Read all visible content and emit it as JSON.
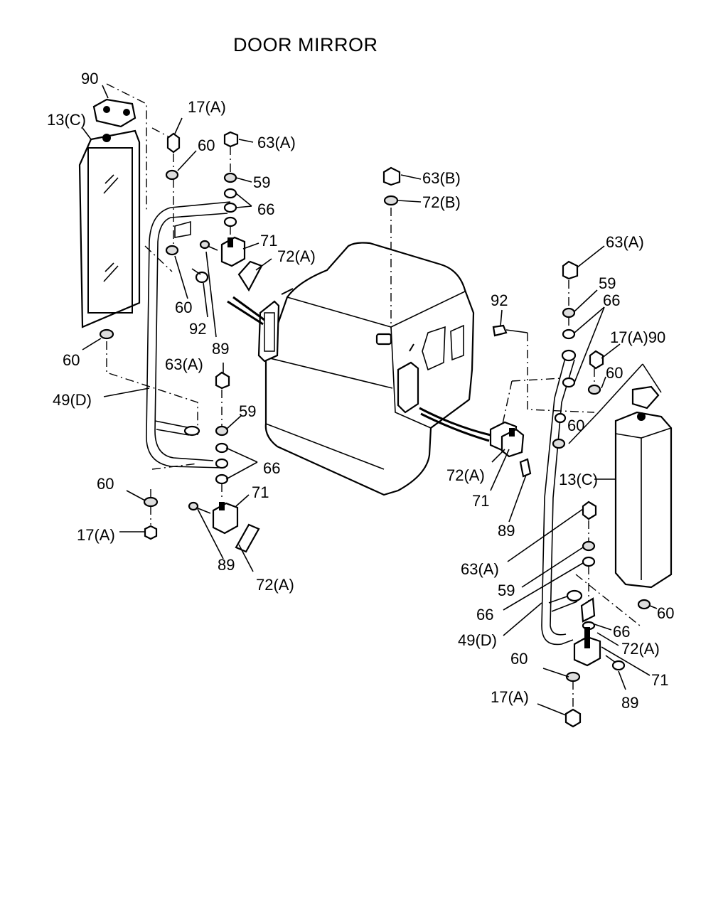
{
  "diagram": {
    "title": "DOOR MIRROR",
    "labels": {
      "l_90": "90",
      "l_13c": "13(C)",
      "l_17a_top": "17(A)",
      "l_60_top": "60",
      "l_63a_top": "63(A)",
      "l_59_top": "59",
      "l_66_top": "66",
      "l_71_top": "71",
      "l_72a_top": "72(A)",
      "l_60_mid": "60",
      "l_92": "92",
      "l_89_top": "89",
      "l_60_mir": "60",
      "l_49d": "49(D)",
      "l_63a_low": "63(A)",
      "l_59_low": "59",
      "l_66_low": "66",
      "l_60_low": "60",
      "l_17a_low": "17(A)",
      "l_71_low": "71",
      "l_89_low": "89",
      "l_72a_low": "72(A)",
      "c_63b": "63(B)",
      "c_72b": "72(B)",
      "r_63a_top": "63(A)",
      "r_59_top": "59",
      "r_66_top": "66",
      "r_92": "92",
      "r_17a90": "17(A)90",
      "r_60_a": "60",
      "r_60_b": "60",
      "r_13c": "13(C)",
      "r_72a_mid": "72(A)",
      "r_71_mid": "71",
      "r_89_mid": "89",
      "r_63a_low": "63(A)",
      "r_59_low": "59",
      "r_66_low": "66",
      "r_49d": "49(D)",
      "r_60_mir": "60",
      "r_66_b": "66",
      "r_72a_low": "72(A)",
      "r_60_low": "60",
      "r_71_low": "71",
      "r_17a_low": "17(A)",
      "r_89_low": "89"
    }
  }
}
